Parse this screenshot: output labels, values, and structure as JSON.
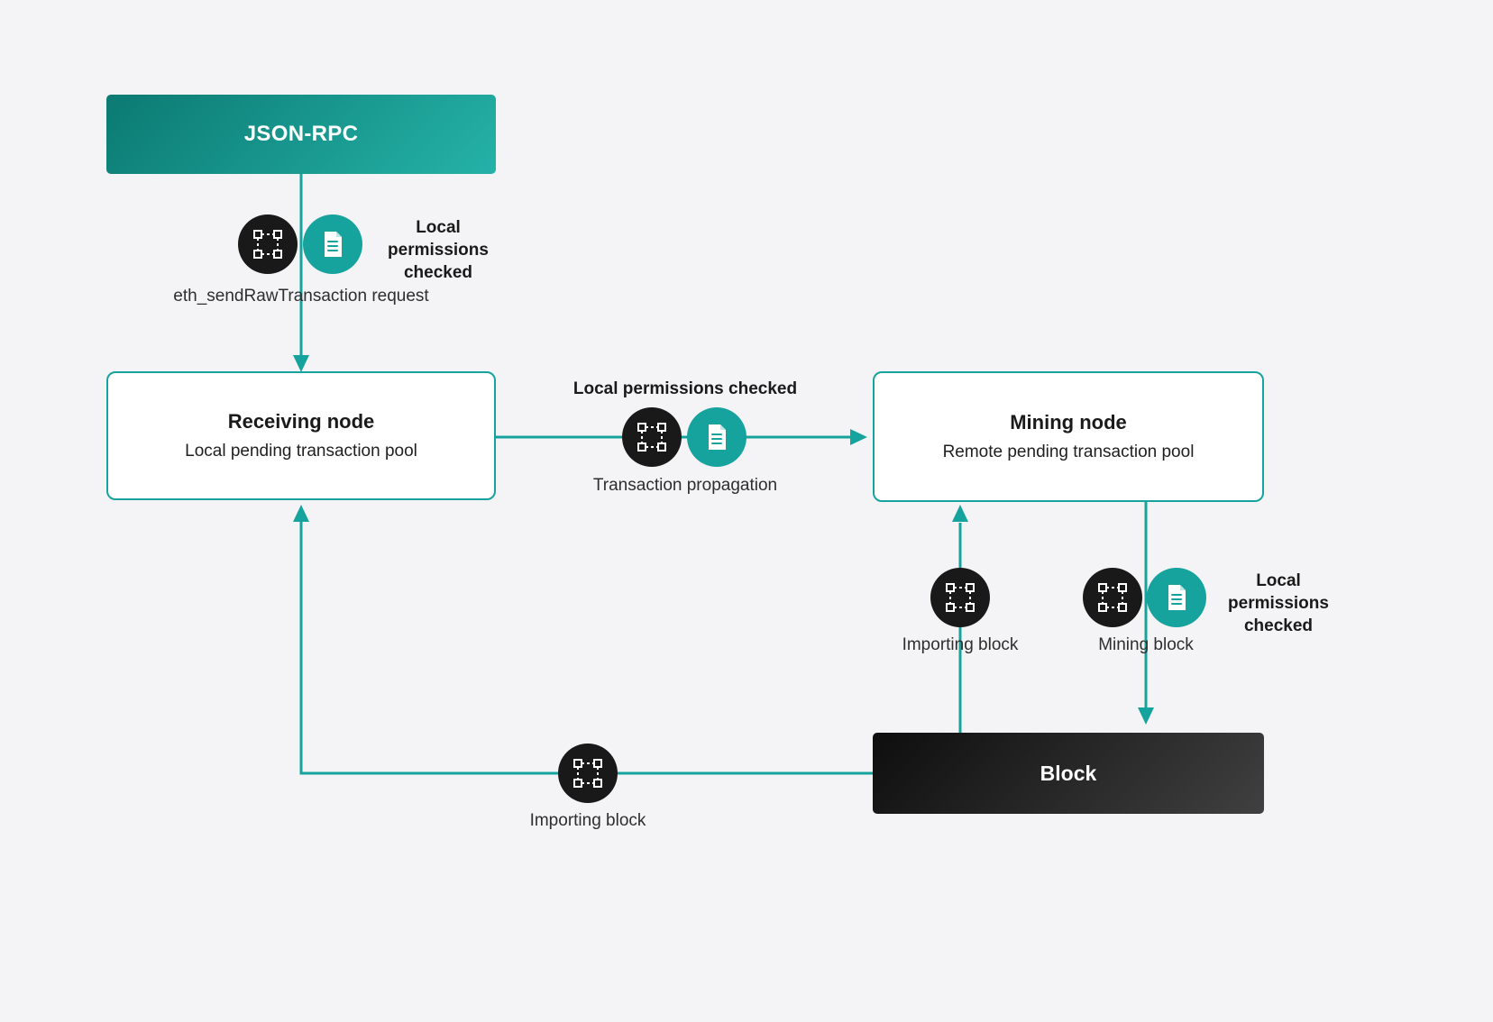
{
  "colors": {
    "accent": "#16a39d",
    "dark_badge": "#191919",
    "background": "#f4f4f6"
  },
  "nodes": {
    "json_rpc": {
      "title": "JSON-RPC"
    },
    "receiving_node": {
      "title": "Receiving node",
      "subtitle": "Local pending transaction pool"
    },
    "mining_node": {
      "title": "Mining node",
      "subtitle": "Remote pending transaction pool"
    },
    "block": {
      "title": "Block"
    }
  },
  "annotations": {
    "rpc_request": {
      "permissions": "Local permissions checked",
      "label": "eth_sendRawTransaction request",
      "icons": [
        "network-icon",
        "document-icon"
      ]
    },
    "propagation": {
      "permissions": "Local permissions checked",
      "label": "Transaction propagation",
      "icons": [
        "network-icon",
        "document-icon"
      ]
    },
    "importing_block_to_mining": {
      "label": "Importing block",
      "icons": [
        "network-icon"
      ]
    },
    "mining_block": {
      "permissions": "Local permissions checked",
      "label": "Mining block",
      "icons": [
        "network-icon",
        "document-icon"
      ]
    },
    "importing_block_to_receiving": {
      "label": "Importing block",
      "icons": [
        "network-icon"
      ]
    }
  }
}
